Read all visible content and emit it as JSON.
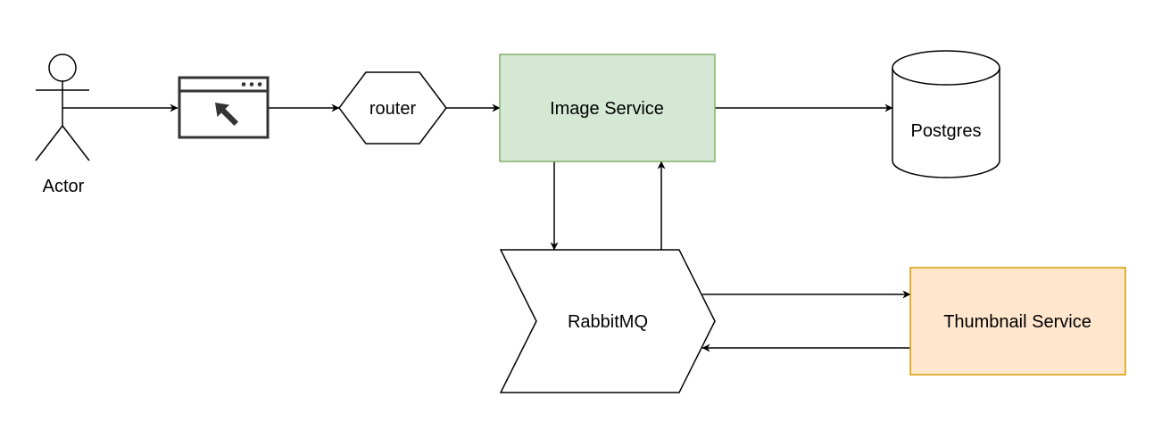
{
  "nodes": {
    "actor": {
      "label": "Actor"
    },
    "router": {
      "label": "router"
    },
    "image_service": {
      "label": "Image Service",
      "fill": "#d5e8d4",
      "stroke": "#82b366"
    },
    "postgres": {
      "label": "Postgres"
    },
    "rabbitmq": {
      "label": "RabbitMQ"
    },
    "thumbnail_service": {
      "label": "Thumbnail Service",
      "fill": "#ffe6cc",
      "stroke": "#d79b00"
    },
    "browser": {
      "icon": "browser-window-cursor-icon"
    }
  },
  "colors": {
    "stroke": "#000000",
    "icon_stroke": "#333333"
  }
}
